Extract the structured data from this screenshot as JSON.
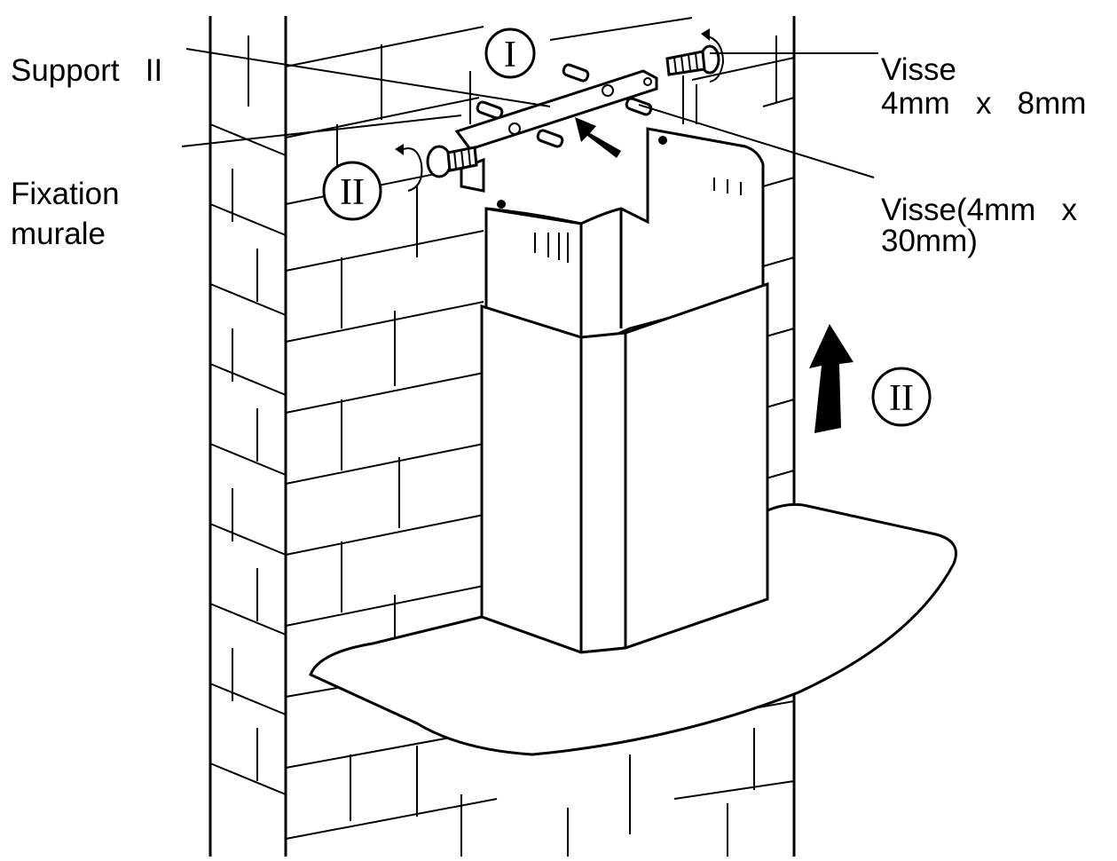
{
  "labels": {
    "support": "Support   II",
    "fixation_line1": "Fixation",
    "fixation_line2": "murale",
    "screw_small_line1": "Visse",
    "screw_small_line2": "4mm   x   8mm",
    "screw_long_line1": "Visse(4mm   x",
    "screw_long_line2": "30mm)"
  },
  "steps": {
    "step_one": "I",
    "step_two_left": "II",
    "step_two_right": "II"
  },
  "colors": {
    "line": "#000000",
    "background": "#ffffff"
  }
}
